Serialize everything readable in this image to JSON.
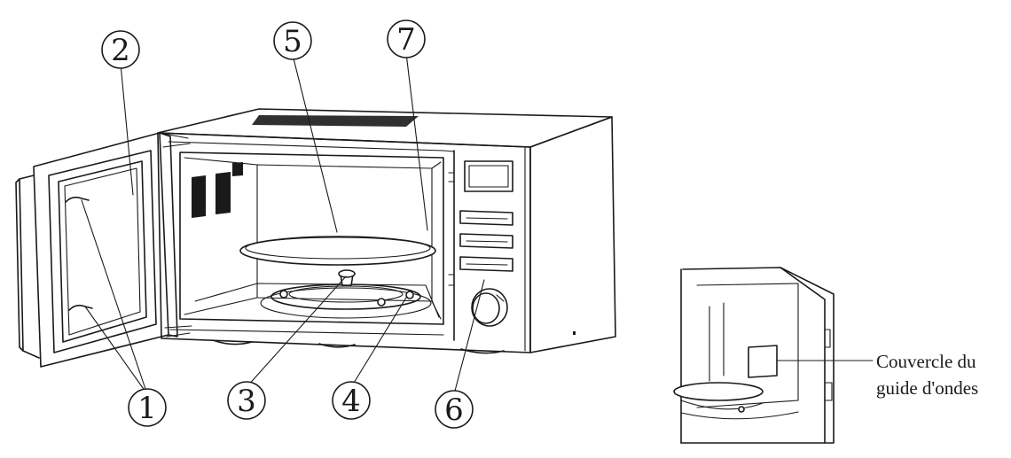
{
  "callouts": [
    {
      "id": "1",
      "glyph": "1"
    },
    {
      "id": "2",
      "glyph": "2"
    },
    {
      "id": "3",
      "glyph": "3"
    },
    {
      "id": "4",
      "glyph": "4"
    },
    {
      "id": "5",
      "glyph": "5"
    },
    {
      "id": "6",
      "glyph": "6"
    },
    {
      "id": "7",
      "glyph": "7"
    }
  ],
  "inset": {
    "label_line1": "Couvercle du",
    "label_line2": "guide d'ondes"
  },
  "colors": {
    "ink": "#1a1a1a",
    "background": "#ffffff"
  }
}
